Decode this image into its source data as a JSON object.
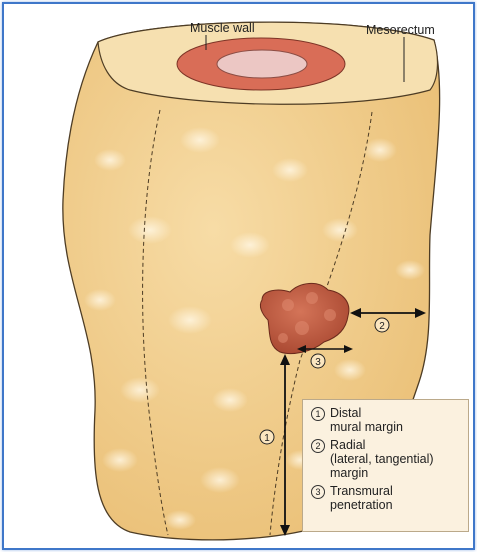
{
  "labels": {
    "muscle_wall": "Muscle wall",
    "mesorectum": "Mesorectum"
  },
  "markers": {
    "m1": "1",
    "m2": "2",
    "m3": "3"
  },
  "legend": [
    {
      "num": "1",
      "lines": [
        "Distal",
        "mural margin"
      ]
    },
    {
      "num": "2",
      "lines": [
        "Radial",
        "(lateral, tangential)",
        "margin"
      ]
    },
    {
      "num": "3",
      "lines": [
        "Transmural",
        "penetration"
      ]
    }
  ],
  "colors": {
    "tissue": "#f3d08f",
    "tissue_top": "#f7e0b1",
    "muscle_ring": "#d96d57",
    "lumen": "#ecc7c4",
    "tumor": "#c05a41",
    "frame": "#3f77c9"
  }
}
